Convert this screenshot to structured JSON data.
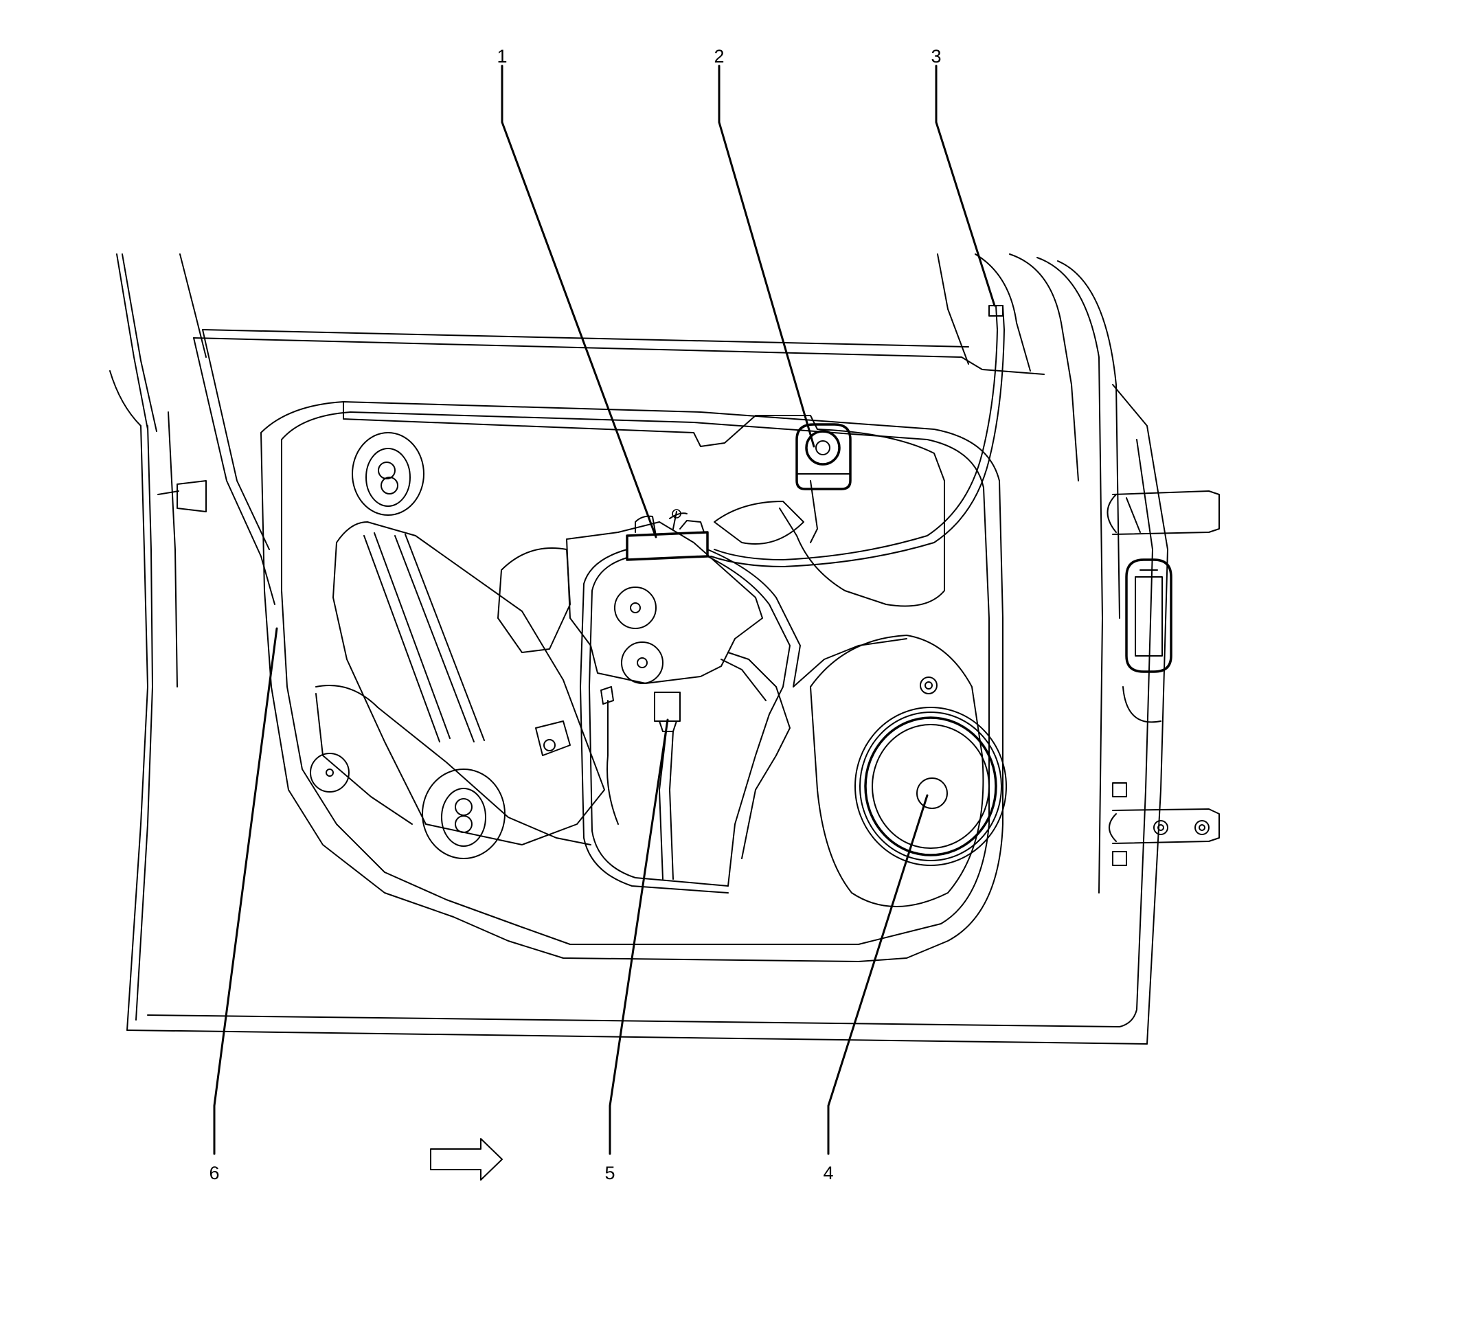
{
  "callouts": [
    {
      "id": "1",
      "label": "1"
    },
    {
      "id": "2",
      "label": "2"
    },
    {
      "id": "3",
      "label": "3"
    },
    {
      "id": "4",
      "label": "4"
    },
    {
      "id": "5",
      "label": "5"
    },
    {
      "id": "6",
      "label": "6"
    }
  ],
  "icons": {
    "direction_arrow": "arrow-right-icon"
  }
}
